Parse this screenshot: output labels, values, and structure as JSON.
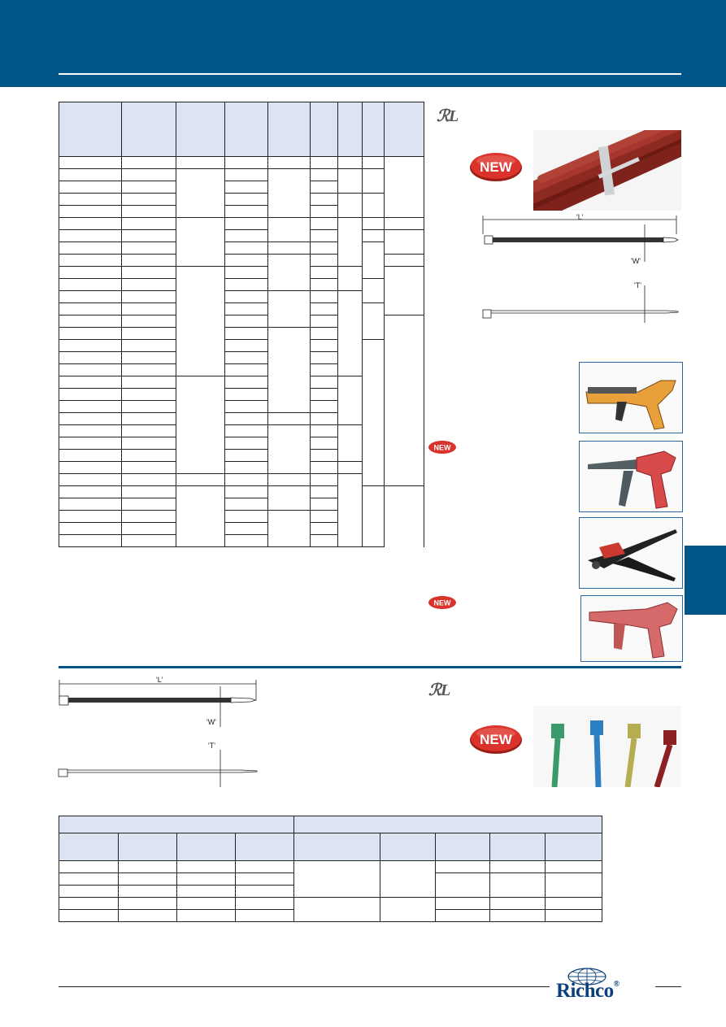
{
  "ul_mark": "ℛL",
  "badges": {
    "new": "NEW"
  },
  "dimensions": {
    "length": "'L'",
    "width": "'W'",
    "thickness": "'T'"
  },
  "brand": {
    "name": "Richco",
    "registered": "®"
  },
  "colors": {
    "brand_blue": "#005589",
    "header_fill": "#dce4f1",
    "badge_red": "#d9332b"
  },
  "icons": [
    "ul-recognized-icon",
    "new-badge-icon",
    "globe-logo-icon"
  ]
}
